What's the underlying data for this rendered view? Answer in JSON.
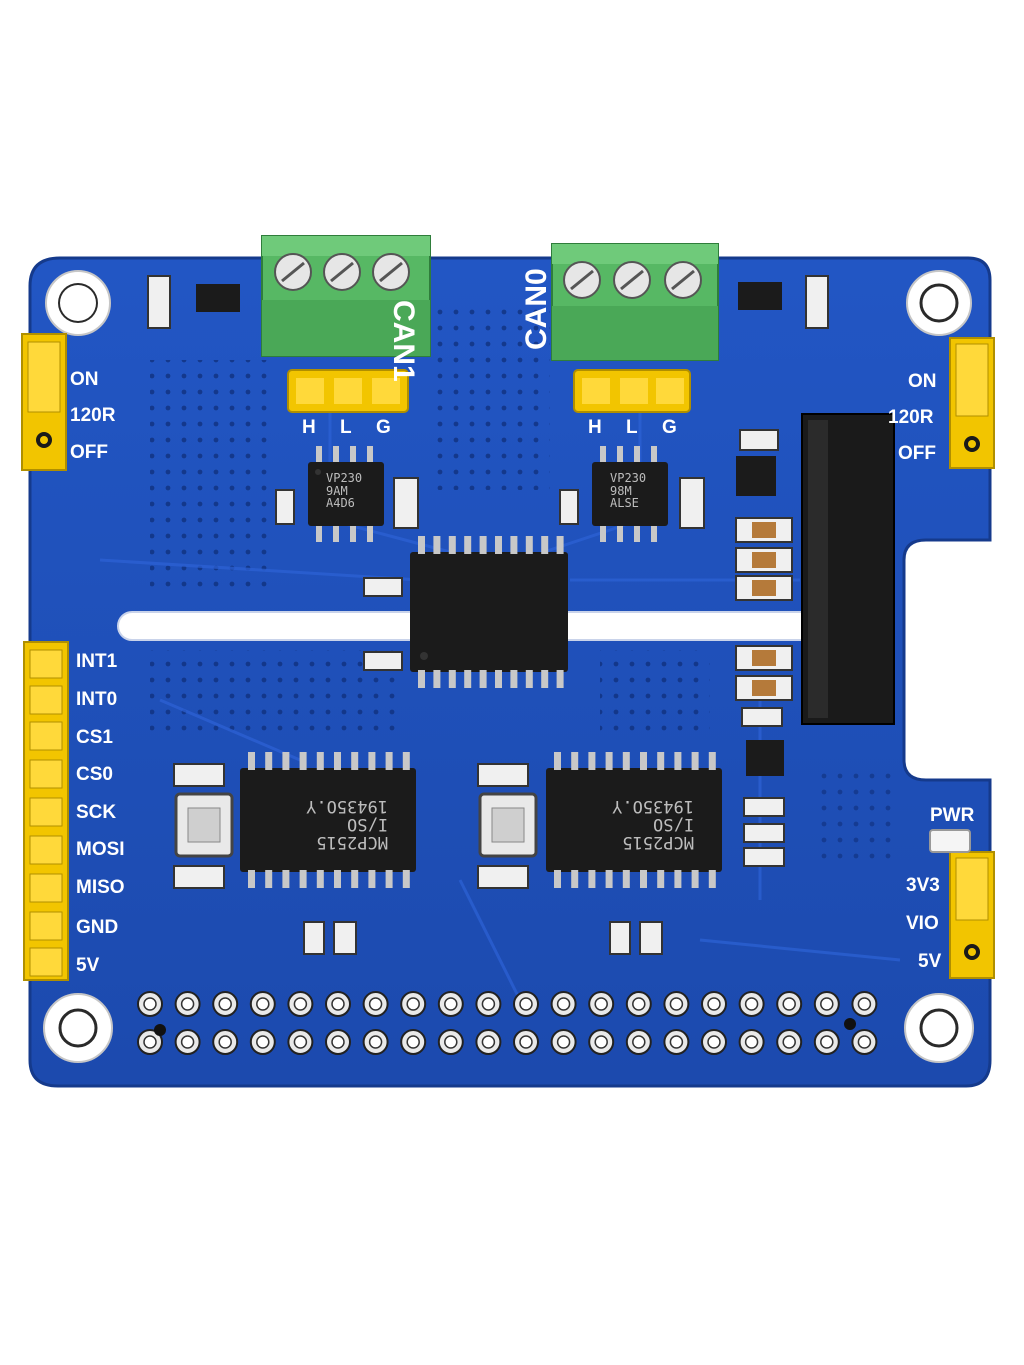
{
  "board": {
    "colors": {
      "pcb": "#1f4fb8",
      "pcb_edge": "#173f9a",
      "terminal": "#4caf5a",
      "jumper": "#f2c500",
      "chip": "#1b1b1b",
      "silk": "#ffffff"
    },
    "terminals": {
      "can1": {
        "label": "CAN1",
        "pins": [
          "H",
          "L",
          "G"
        ]
      },
      "can0": {
        "label": "CAN0",
        "pins": [
          "H",
          "L",
          "G"
        ]
      }
    },
    "jumper_left": {
      "labels": [
        "ON",
        "120R",
        "OFF"
      ]
    },
    "jumper_right": {
      "labels": [
        "ON",
        "120R",
        "OFF"
      ]
    },
    "spi_header": {
      "pins": [
        "INT1",
        "INT0",
        "CS1",
        "CS0",
        "SCK",
        "MOSI",
        "MISO",
        "GND",
        "5V"
      ]
    },
    "power": {
      "led_label": "PWR",
      "vio_labels": [
        "3V3",
        "VIO",
        "5V"
      ]
    },
    "chips": {
      "transceiver_left": {
        "lines": [
          "VP230",
          "9AM",
          "A4D6"
        ]
      },
      "transceiver_right": {
        "lines": [
          "VP230",
          "98M",
          "ALSE"
        ]
      },
      "controller_left": {
        "lines": [
          "MCP2515",
          "I/SO",
          "19435O.Y"
        ]
      },
      "controller_right": {
        "lines": [
          "MCP2515",
          "I/SO",
          "19435O.Y"
        ]
      }
    },
    "gpio_header": {
      "rows": 2,
      "cols": 20
    }
  }
}
